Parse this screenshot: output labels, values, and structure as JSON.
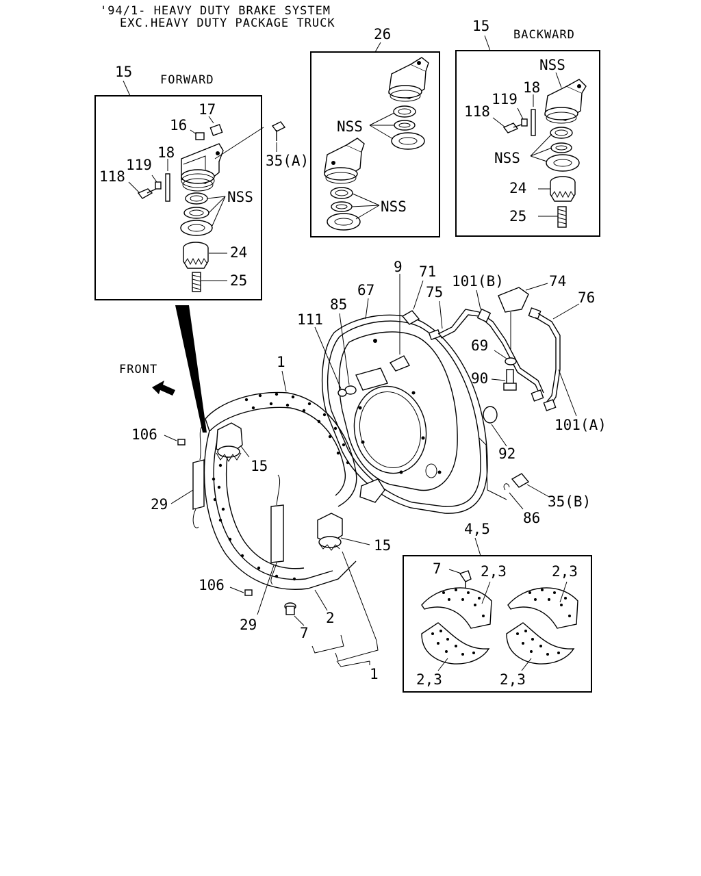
{
  "header": {
    "line1": "'94/1- HEAVY DUTY BRAKE SYSTEM",
    "line2": "EXC.HEAVY DUTY PACKAGE TRUCK"
  },
  "insets": {
    "forward": {
      "caption": "FORWARD",
      "ref": "15"
    },
    "center": {
      "ref": "26"
    },
    "backward": {
      "caption": "BACKWARD",
      "ref": "15"
    },
    "linings": {
      "ref": "4,5"
    }
  },
  "front_label": "FRONT",
  "callouts": {
    "f17": "17",
    "f16": "16",
    "f18": "18",
    "f119": "119",
    "f118": "118",
    "fNSS": "NSS",
    "f24": "24",
    "f25": "25",
    "f35a": "35(A)",
    "cNSS1": "NSS",
    "cNSS2": "NSS",
    "bNSS1": "NSS",
    "b18": "18",
    "b119": "119",
    "b118": "118",
    "bNSS2": "NSS",
    "b24": "24",
    "b25": "25",
    "p71": "71",
    "p9": "9",
    "p67": "67",
    "p85": "85",
    "p111": "111",
    "p75": "75",
    "p101b": "101(B)",
    "p74": "74",
    "p76": "76",
    "p69": "69",
    "p90": "90",
    "p101a": "101(A)",
    "p92": "92",
    "p35b": "35(B)",
    "p86": "86",
    "p1top": "1",
    "p106a": "106",
    "p15a": "15",
    "p29a": "29",
    "p15b": "15",
    "p106b": "106",
    "p29b": "29",
    "p2": "2",
    "p7": "7",
    "p1bot": "1",
    "l7": "7",
    "l23a": "2,3",
    "l23b": "2,3",
    "l23c": "2,3",
    "l23d": "2,3"
  }
}
